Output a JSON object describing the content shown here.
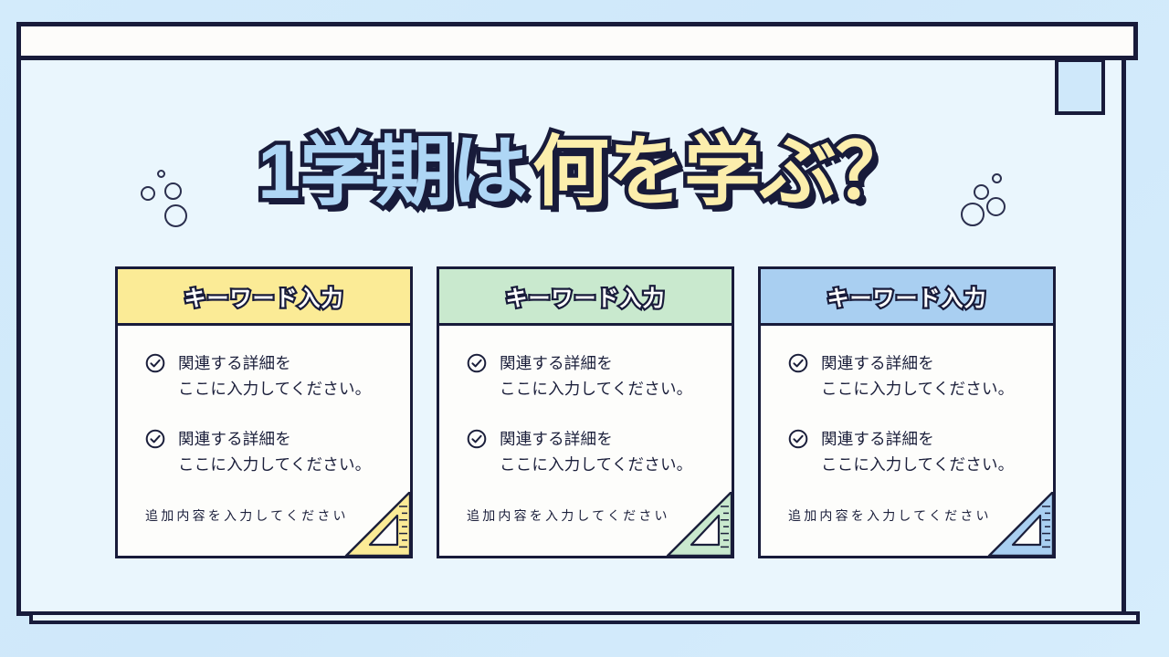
{
  "slide": {
    "title_part_1": "1学期は",
    "title_part_2": "何を学ぶ？",
    "title_full": "1学期は何を学ぶ？"
  },
  "colors": {
    "outline_navy": "#181B3A",
    "page_background": "#CFE8FA",
    "board_background": "#EAF6FD",
    "board_rail": "#FDFCFA",
    "title_blue": "#AED6F5",
    "title_cream": "#FCEEAC",
    "card_background": "#FDFDFB",
    "card_header_yellow": "#FBEB96",
    "card_header_green": "#C9E9CE",
    "card_header_blue": "#A9CFF1"
  },
  "cards": [
    {
      "header_label": "キーワード入力",
      "accent_color": "#FBEB96",
      "bullets": [
        {
          "icon": "check-circle-icon",
          "line_1": "関連する詳細を",
          "line_2": "ここに入力してください。"
        },
        {
          "icon": "check-circle-icon",
          "line_1": "関連する詳細を",
          "line_2": "ここに入力してください。"
        }
      ],
      "footer_note": "追加内容を入力してください",
      "corner_icon": "triangle-ruler-icon"
    },
    {
      "header_label": "キーワード入力",
      "accent_color": "#C9E9CE",
      "bullets": [
        {
          "icon": "check-circle-icon",
          "line_1": "関連する詳細を",
          "line_2": "ここに入力してください。"
        },
        {
          "icon": "check-circle-icon",
          "line_1": "関連する詳細を",
          "line_2": "ここに入力してください。"
        }
      ],
      "footer_note": "追加内容を入力してください",
      "corner_icon": "triangle-ruler-icon"
    },
    {
      "header_label": "キーワード入力",
      "accent_color": "#A9CFF1",
      "bullets": [
        {
          "icon": "check-circle-icon",
          "line_1": "関連する詳細を",
          "line_2": "ここに入力してください。"
        },
        {
          "icon": "check-circle-icon",
          "line_1": "関連する詳細を",
          "line_2": "ここに入力してください。"
        }
      ],
      "footer_note": "追加内容を入力してください",
      "corner_icon": "triangle-ruler-icon"
    }
  ],
  "decor": {
    "bubbles_left": [
      {
        "x": 24,
        "y": 0,
        "d": 9
      },
      {
        "x": 6,
        "y": 18,
        "d": 16
      },
      {
        "x": 32,
        "y": 14,
        "d": 19
      },
      {
        "x": 32,
        "y": 38,
        "d": 25
      }
    ],
    "bubbles_right": [
      {
        "x": 34,
        "y": 4,
        "d": 11
      },
      {
        "x": 14,
        "y": 16,
        "d": 17
      },
      {
        "x": 28,
        "y": 30,
        "d": 21
      },
      {
        "x": 0,
        "y": 36,
        "d": 26
      }
    ]
  }
}
